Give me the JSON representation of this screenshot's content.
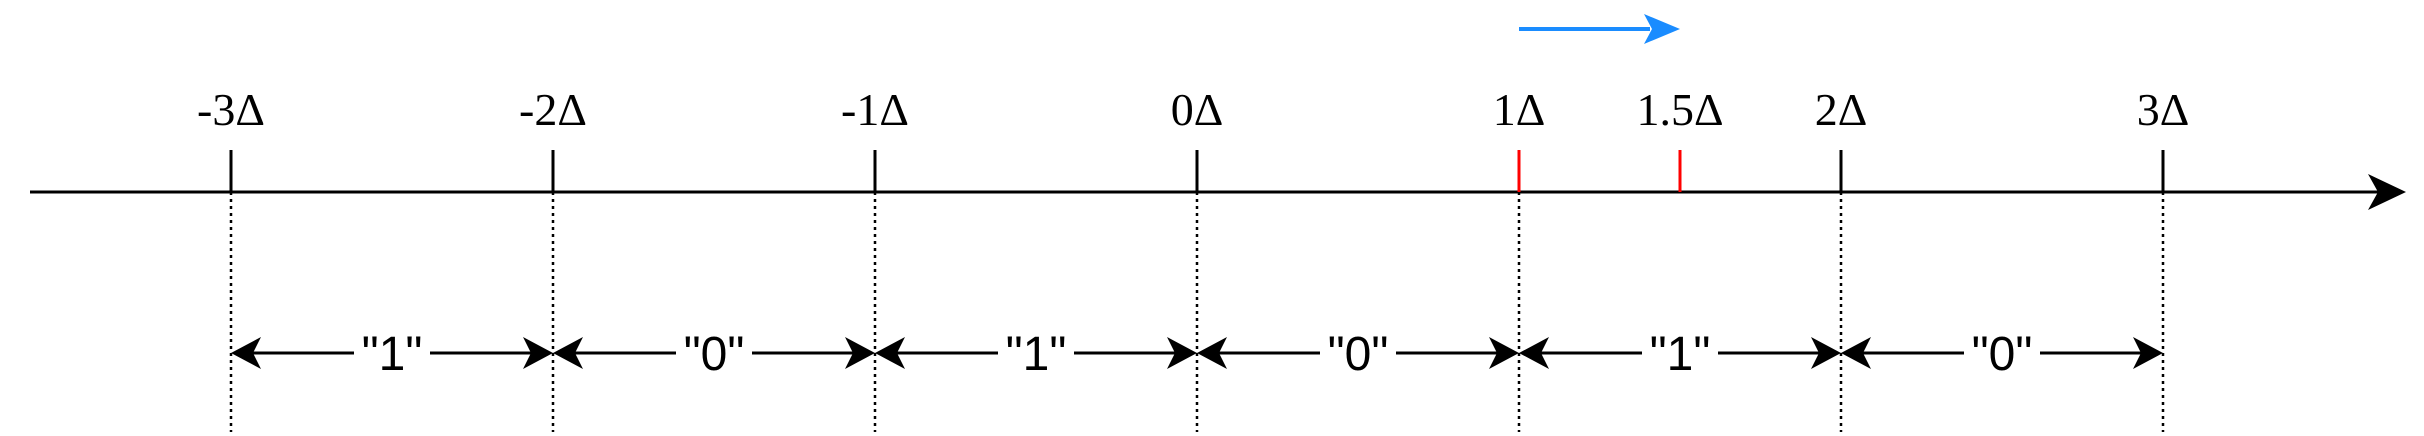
{
  "colors": {
    "line": "#000000",
    "highlight": "#ff0000",
    "arrow": "#1a8cff",
    "background": "#ffffff"
  },
  "ticks": [
    {
      "value": -3,
      "label": "-3Δ"
    },
    {
      "value": -2,
      "label": "-2Δ"
    },
    {
      "value": -1,
      "label": "-1Δ"
    },
    {
      "value": 0,
      "label": "0Δ"
    },
    {
      "value": 1,
      "label": "1Δ",
      "highlight": true
    },
    {
      "value": 1.5,
      "label": "1.5Δ",
      "highlight": true,
      "minor": true
    },
    {
      "value": 2,
      "label": "2Δ"
    },
    {
      "value": 3,
      "label": "3Δ"
    }
  ],
  "intervals": [
    {
      "from": -3,
      "to": -2,
      "label": "\"1\""
    },
    {
      "from": -2,
      "to": -1,
      "label": "\"0\""
    },
    {
      "from": -1,
      "to": 0,
      "label": "\"1\""
    },
    {
      "from": 0,
      "to": 1,
      "label": "\"0\""
    },
    {
      "from": 1,
      "to": 2,
      "label": "\"1\""
    },
    {
      "from": 2,
      "to": 3,
      "label": "\"0\""
    }
  ],
  "direction_arrow": {
    "from": 1,
    "to": 1.5,
    "icon": "right-arrow-icon"
  }
}
